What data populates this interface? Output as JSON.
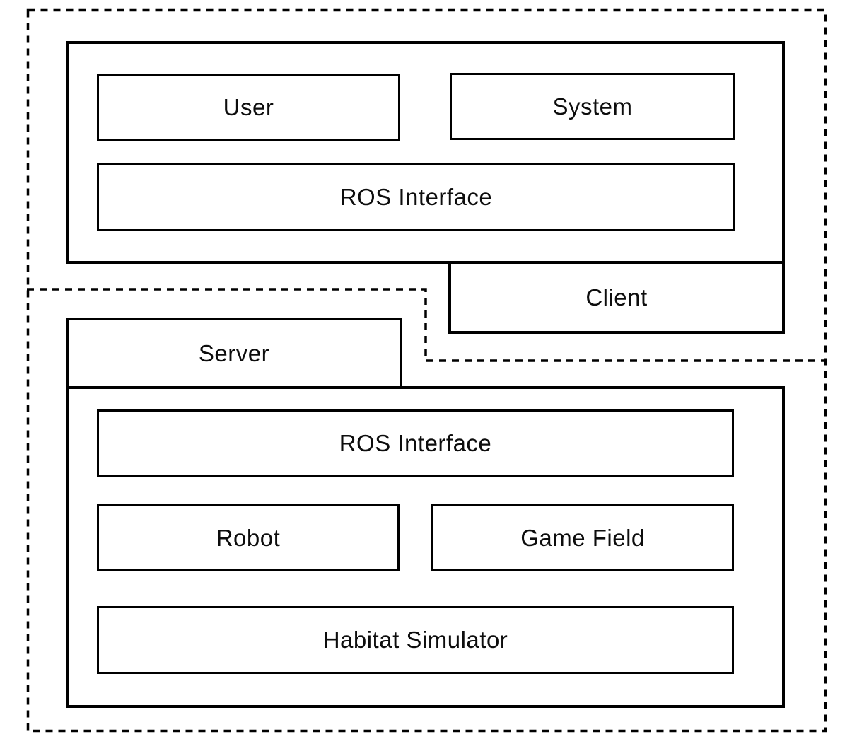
{
  "diagram": {
    "title": "Client-Server ROS architecture diagram",
    "client_region": {
      "user_label": "User",
      "system_label": "System",
      "ros_interface_label": "ROS Interface",
      "client_label": "Client"
    },
    "server_region": {
      "server_label": "Server",
      "ros_interface_label": "ROS Interface",
      "robot_label": "Robot",
      "game_field_label": "Game Field",
      "habitat_simulator_label": "Habitat Simulator"
    },
    "colors": {
      "line": "#000000",
      "background": "#ffffff",
      "text": "#0d0d0d"
    }
  }
}
